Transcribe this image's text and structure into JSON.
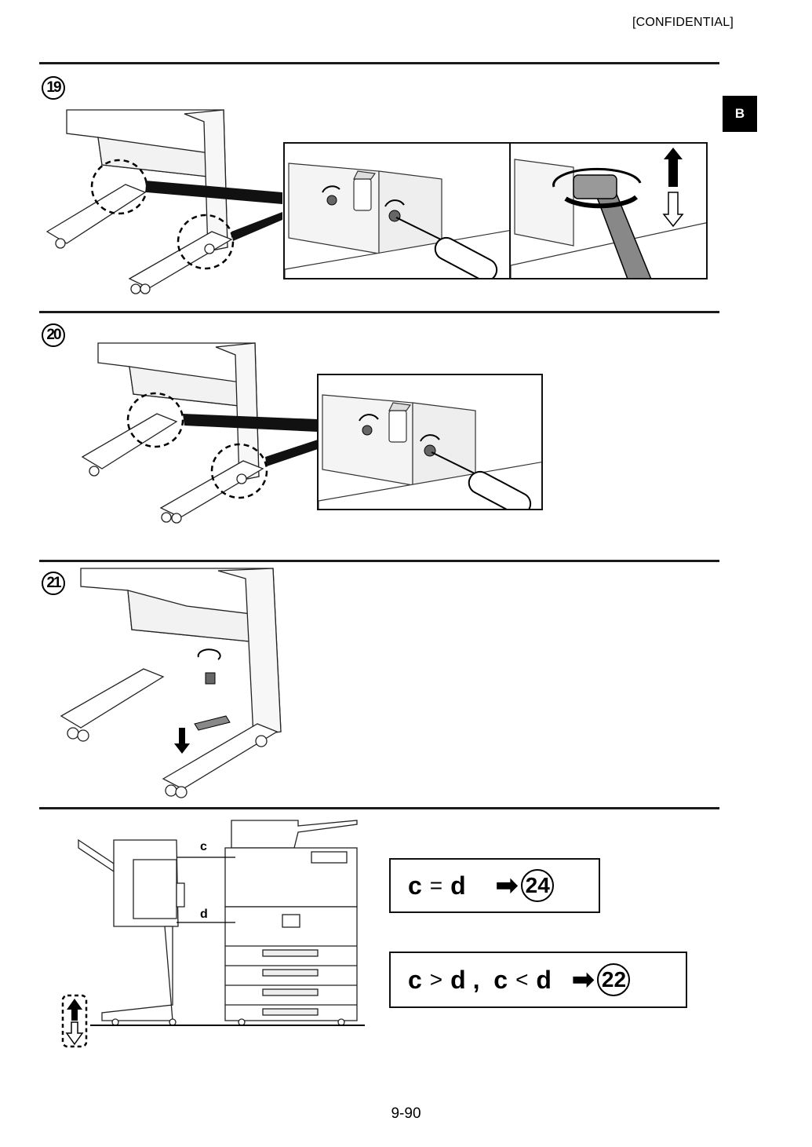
{
  "header": {
    "confidential": "[CONFIDENTIAL]"
  },
  "side_tab": {
    "label": "B"
  },
  "steps": [
    {
      "number": "19"
    },
    {
      "number": "20"
    },
    {
      "number": "21"
    }
  ],
  "diagram": {
    "label_c": "c",
    "label_d": "d"
  },
  "conditions": [
    {
      "left": "c",
      "op": "=",
      "right": "d",
      "target": "24"
    },
    {
      "left": "c",
      "op1": ">",
      "mid": "d ,  c",
      "op2": "<",
      "right": "d",
      "target": "22"
    }
  ],
  "footer": {
    "page_number": "9-90"
  }
}
